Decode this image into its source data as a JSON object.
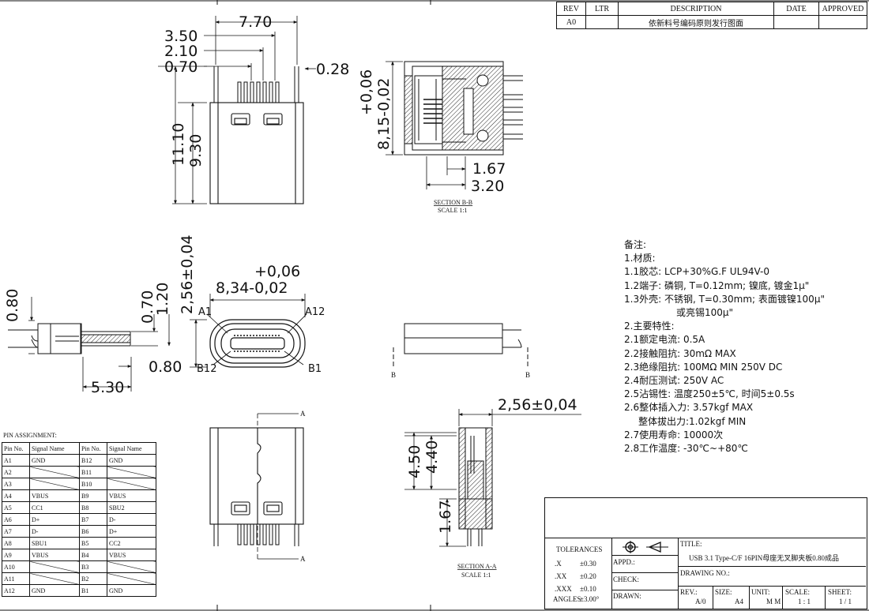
{
  "revision": {
    "headers": [
      "REV",
      "LTR",
      "DESCRIPTION",
      "DATE",
      "APPROVED"
    ],
    "row": {
      "rev": "A0",
      "ltr": "",
      "description": "依新料号编码原则发行图面",
      "date": "",
      "approved": ""
    }
  },
  "dimensions": {
    "top_view": [
      "7.70",
      "3.50",
      "2.10",
      "0.70",
      "0.28",
      "11.10",
      "9.30"
    ],
    "section_bb": {
      "tol": "+0,06",
      "base": "8,15-0,02",
      "d1": "1.67",
      "d2": "3.20"
    },
    "front_view": {
      "h": "2,56±0,04",
      "tol": "+0,06",
      "w": "8,34-0,02",
      "a1": "A1",
      "a12": "A12",
      "b12": "B12",
      "b1": "B1"
    },
    "side_view": [
      "0.80",
      "0.70",
      "1.20",
      "0.80",
      "5.30"
    ],
    "section_aa": {
      "w": "2,56±0,04",
      "d1": "4.50",
      "d2": "4.40",
      "d3": "1.67"
    },
    "markers": {
      "a": "A",
      "b": "B"
    }
  },
  "section_labels": {
    "bb": {
      "title": "SECTION B-B",
      "scale": "SCALE 1:1"
    },
    "aa": {
      "title": "SECTION A-A",
      "scale": "SCALE 1:1"
    }
  },
  "pin_assignment": {
    "title": "PIN ASSIGNMENT:",
    "headers": [
      "Pin No.",
      "Signal Name",
      "Pin No.",
      "Signal Name"
    ],
    "rows": [
      [
        "A1",
        "GND",
        "B12",
        "GND"
      ],
      [
        "A2",
        "",
        "B11",
        ""
      ],
      [
        "A3",
        "",
        "B10",
        ""
      ],
      [
        "A4",
        "VBUS",
        "B9",
        "VBUS"
      ],
      [
        "A5",
        "CC1",
        "B8",
        "SBU2"
      ],
      [
        "A6",
        "D+",
        "B7",
        "D-"
      ],
      [
        "A7",
        "D-",
        "B6",
        "D+"
      ],
      [
        "A8",
        "SBU1",
        "B5",
        "CC2"
      ],
      [
        "A9",
        "VBUS",
        "B4",
        "VBUS"
      ],
      [
        "A10",
        "",
        "B3",
        ""
      ],
      [
        "A11",
        "",
        "B2",
        ""
      ],
      [
        "A12",
        "GND",
        "B1",
        "GND"
      ]
    ]
  },
  "notes": {
    "heading": "备注:",
    "lines": [
      "1.材质:",
      "1.1胶芯: LCP+30%G.F UL94V-0",
      "1.2端子: 磷铜, T=0.12mm; 镍底, 镀金1μ\"",
      "1.3外壳: 不锈钢, T=0.30mm; 表面镀镍100μ\"",
      "或亮锡100μ\"",
      "2.主要特性:",
      "2.1额定电流: 0.5A",
      "2.2接触阻抗: 30mΩ MAX",
      "2.3绝缘阻抗: 100MΩ MIN 250V DC",
      "2.4耐压测试: 250V AC",
      "2.5沾锡性: 温度250±5℃, 时间5±0.5s",
      "2.6整体插入力: 3.57kgf MAX",
      "整体拔出力:1.02kgf MIN",
      "2.7使用寿命: 10000次",
      "2.8工作温度: -30℃~+80℃"
    ]
  },
  "title_block": {
    "tolerances_label": "TOLERANCES",
    "tolerances": [
      {
        "k": ".X",
        "v": "±0.30"
      },
      {
        "k": ".XX",
        "v": "±0.20"
      },
      {
        "k": ".XXX",
        "v": "±0.10"
      },
      {
        "k": "ANGLES",
        "v": "±3.00°"
      }
    ],
    "appd": "APPD.:",
    "check": "CHECK:",
    "drawn": "DRAWN:",
    "title_label": "TITLE:",
    "title": "USB 3.1 Type-C/F 16PIN母座无叉脚夹板0.80成品",
    "drawing_no": "DRAWING NO.:",
    "rev_label": "REV.:",
    "rev": "A/0",
    "size_label": "SIZE:",
    "size": "A4",
    "unit_label": "UNIT:",
    "unit": "M M",
    "scale_label": "SCALE:",
    "scale": "1 : 1",
    "sheet_label": "SHEET:",
    "sheet": "1 / 1"
  }
}
